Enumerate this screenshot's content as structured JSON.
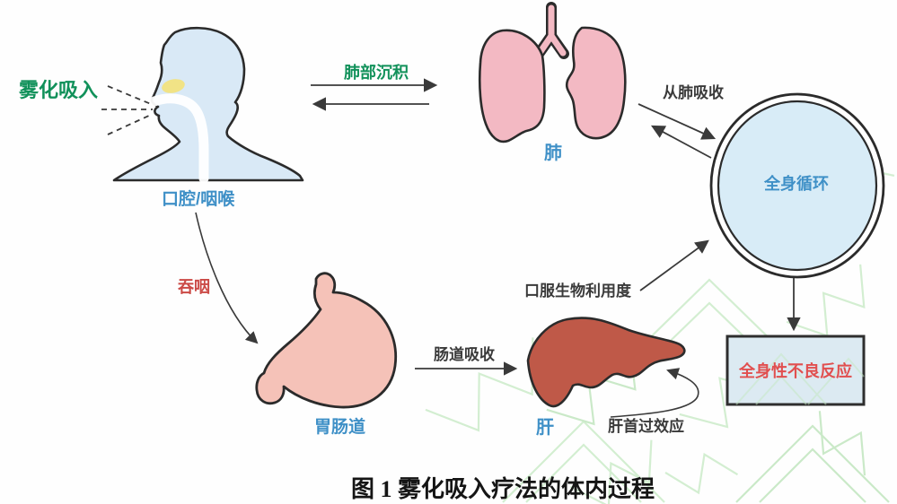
{
  "title": "图 1 雾化吸入疗法的体内过程",
  "nodes": {
    "mouth_throat": "口腔/咽喉",
    "lung": "肺",
    "systemic_circulation": "全身循环",
    "gi_tract": "胃肠道",
    "liver": "肝",
    "adverse_reaction": "全身性不良反应"
  },
  "edges": {
    "inhalation": "雾化吸入",
    "lung_deposition": "肺部沉积",
    "absorbed_from_lung": "从肺吸收",
    "swallow": "吞咽",
    "intestinal_absorption": "肠道吸收",
    "oral_bioavailability": "口服生物利用度",
    "first_pass_effect": "肝首过效应"
  },
  "colors": {
    "green_text": "#11915a",
    "blue_label": "#3f90c7",
    "red_text": "#cb4a46",
    "adverse_text": "#e14f4f",
    "body_fill": "#d9e9f6",
    "lung_fill": "#f3b9c3",
    "stomach_fill": "#f5c2b8",
    "liver_fill": "#bf5948",
    "circle_fill": "#d8ecf7",
    "box_fill": "#dceaf2",
    "outline": "#2b2b2b",
    "arrow": "#3a3a3a",
    "watermark_green": "#c4e8c2",
    "nose_highlight": "#f2e380"
  }
}
